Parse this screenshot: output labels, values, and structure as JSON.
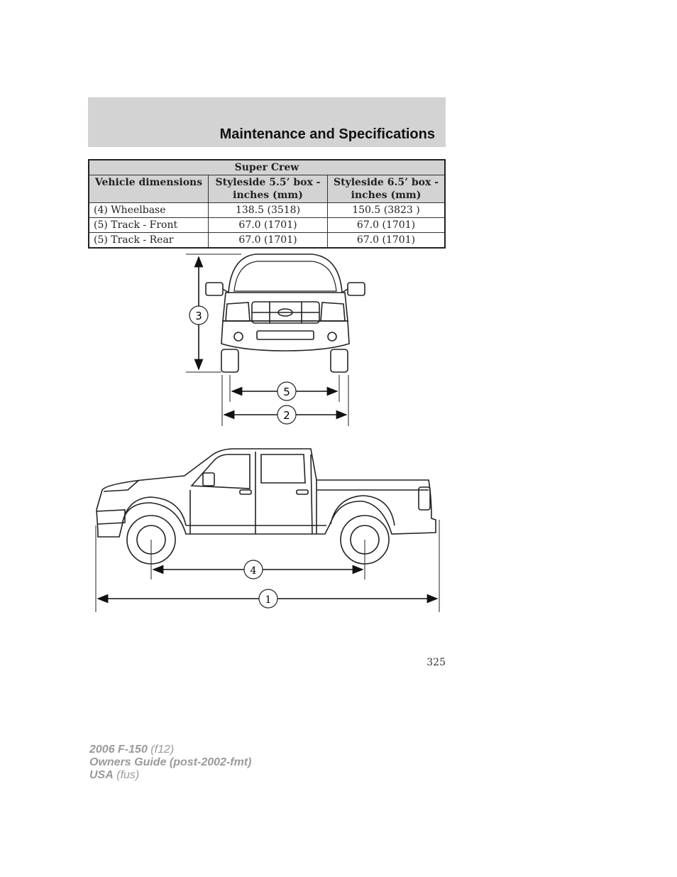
{
  "header": {
    "title": "Maintenance and Specifications"
  },
  "table": {
    "group_title": "Super Crew",
    "columns": [
      "Vehicle dimensions",
      "Styleside 5.5’ box - inches (mm)",
      "Styleside 6.5’ box - inches (mm)"
    ],
    "rows": [
      [
        "(4) Wheelbase",
        "138.5 (3518)",
        "150.5 (3823 )"
      ],
      [
        "(5) Track - Front",
        "67.0 (1701)",
        "67.0 (1701)"
      ],
      [
        "(5) Track - Rear",
        "67.0 (1701)",
        "67.0 (1701)"
      ]
    ]
  },
  "diagram": {
    "callouts": [
      "3",
      "5",
      "2",
      "4",
      "1"
    ]
  },
  "page_number": "325",
  "footer": {
    "line1_bold": "2006 F-150",
    "line1_light": "(f12)",
    "line2": "Owners Guide (post-2002-fmt)",
    "line3_bold": "USA",
    "line3_light": "(fus)"
  }
}
